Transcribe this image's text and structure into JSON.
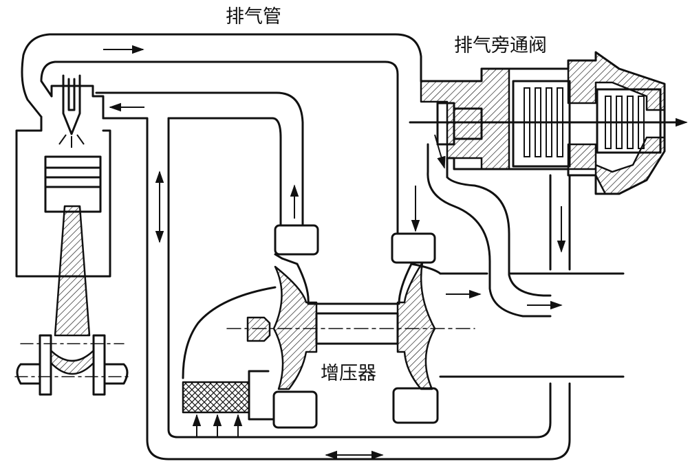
{
  "labels": {
    "exhaust_pipe": "排气管",
    "bypass_valve": "排气旁通阀",
    "turbocharger": "增压器"
  },
  "colors": {
    "line": "#111111",
    "background": "#ffffff"
  }
}
